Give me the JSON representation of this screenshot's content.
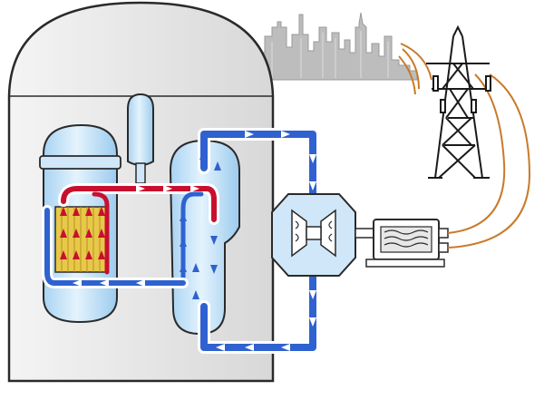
{
  "diagram": {
    "components": [
      "containment-dome",
      "reactor-pressure-vessel",
      "reactor-core",
      "pressurizer",
      "steam-generator",
      "steam-turbine",
      "electric-generator",
      "transmission-tower",
      "city-skyline"
    ],
    "loops": {
      "primary": {
        "hot_color": "#c8102e",
        "cold_color": "#2f62d0"
      },
      "secondary": {
        "color": "#2f62d0"
      }
    },
    "colors": {
      "containment_fill": "#ececec",
      "containment_stroke": "#2a2a2a",
      "vessel_fill": "#cfe7f8",
      "fuel": "#e8c84a",
      "city": "#bdbdbd",
      "power_lines": "#c97a2a",
      "pipe_outline": "#ffffff"
    },
    "icons": [
      "arrow-icon",
      "turbine-blades-icon",
      "generator-coil-icon"
    ]
  }
}
